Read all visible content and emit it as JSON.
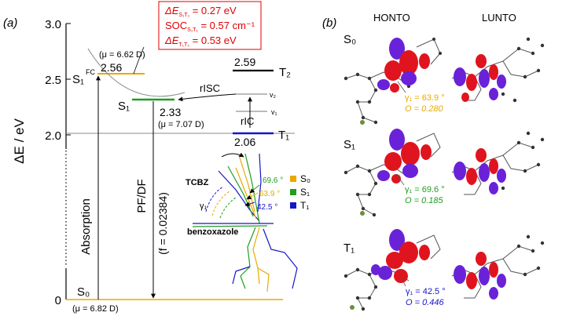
{
  "panel_a": {
    "label": "(a)",
    "y_axis": {
      "label": "ΔE / eV",
      "ticks": [
        "0",
        "2.0",
        "2.5",
        "3.0"
      ]
    },
    "callout": {
      "line1": "ΔE",
      "line1_sub": "S₁T₁",
      "line1_val": " = 0.27 eV",
      "line2": "SOC",
      "line2_sub": "S₁T₁",
      "line2_val": " = 0.57 cm⁻¹",
      "line3": "ΔE",
      "line3_sub": "T₁T₂",
      "line3_val": " = 0.53 eV"
    },
    "states": {
      "s1fc": "S₁",
      "s1fc_sup": "FC",
      "s1fc_val": "2.56",
      "s1fc_mu": "(μ = 6.62 D)",
      "s1": "S₁",
      "s1_val": "2.33",
      "s1_mu": "(μ = 7.07 D)",
      "t2_val": "2.59",
      "t2": "T₂",
      "t1_val": "2.06",
      "t1": "T₁",
      "s0": "S₀",
      "s0_mu": "(μ = 6.82 D)"
    },
    "arrows": {
      "absorption": "Absorption",
      "pfdf": "PF/DF",
      "osc": "(f = 0.02384)",
      "risc": "rISC",
      "ric": "rIC",
      "v1": "v₁",
      "v2": "v₂"
    },
    "inset": {
      "tcbz": "TCBZ",
      "benzoxazole": "benzoxazole",
      "gamma": "γ₁",
      "angles": [
        "69.6 °",
        "63.9 °",
        "42.5 °"
      ],
      "legend": [
        "S₀",
        "S₁",
        "T₁"
      ]
    }
  },
  "panel_b": {
    "label": "(b)",
    "col_headers": [
      "HONTO",
      "LUNTO"
    ],
    "rows": [
      {
        "state": "S₀",
        "gamma": "γ₁ = 63.9 °",
        "O": "O = 0.280"
      },
      {
        "state": "S₁",
        "gamma": "γ₁ = 69.6 °",
        "O": "O = 0.185"
      },
      {
        "state": "T₁",
        "gamma": "γ₁ = 42.5 °",
        "O": "O = 0.446"
      }
    ]
  },
  "colors": {
    "s0": "#e8a900",
    "s1": "#1f9e1f",
    "t1": "#1515c8",
    "callout": "#e00000",
    "lobe_red": "#e0141e",
    "lobe_purple": "#6a22d8"
  }
}
